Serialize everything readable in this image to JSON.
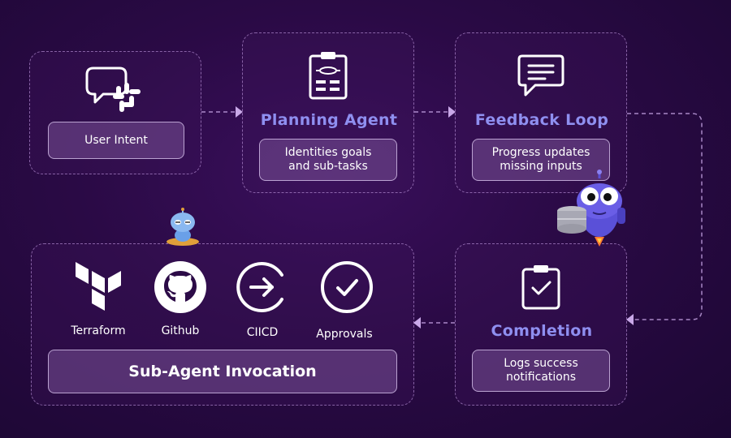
{
  "nodes": {
    "user_intent": {
      "label": "User Intent"
    },
    "planning_agent": {
      "title": "Planning Agent",
      "desc_line1": "Identities goals",
      "desc_line2": "and sub-tasks"
    },
    "feedback_loop": {
      "title": "Feedback Loop",
      "desc_line1": "Progress updates",
      "desc_line2": "missing inputs"
    },
    "completion": {
      "title": "Completion",
      "desc_line1": "Logs success",
      "desc_line2": "notifications"
    },
    "sub_agent": {
      "label": "Sub-Agent Invocation",
      "tools": [
        {
          "label": "Terraform",
          "icon": "terraform-icon"
        },
        {
          "label": "Github",
          "icon": "github-icon"
        },
        {
          "label": "CIICD",
          "icon": "arrow-circle-icon"
        },
        {
          "label": "Approvals",
          "icon": "check-circle-icon"
        }
      ]
    }
  },
  "icons": {
    "user_intent": "chat-slack-icon",
    "planning_agent": "clipboard-plan-icon",
    "feedback_loop": "message-icon",
    "completion": "clipboard-check-icon"
  },
  "colors": {
    "title": "#8f8ff0",
    "connector": "#c9a8e8",
    "robot": "#5a50d8"
  }
}
